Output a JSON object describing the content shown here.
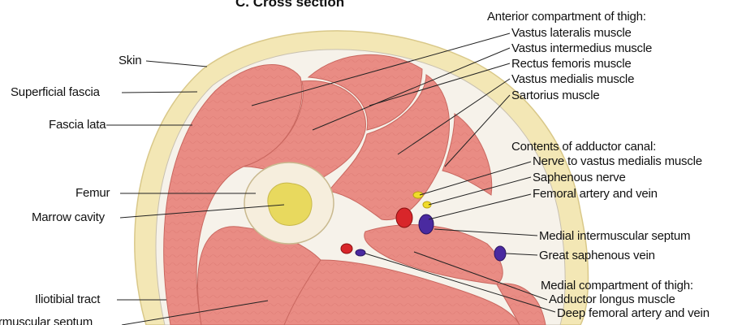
{
  "title": "C. Cross section",
  "labels": {
    "skin": "Skin",
    "superficial_fascia": "Superficial fascia",
    "fascia_lata": "Fascia lata",
    "femur": "Femur",
    "marrow_cavity": "Marrow cavity",
    "iliotibial_tract": "Iliotibial tract",
    "intermuscular_septum": "rmuscular septum",
    "anterior_compartment": "Anterior compartment of thigh:",
    "vastus_lateralis": "Vastus lateralis muscle",
    "vastus_intermedius": "Vastus intermedius muscle",
    "rectus_femoris": "Rectus femoris muscle",
    "vastus_medialis": "Vastus medialis muscle",
    "sartorius": "Sartorius muscle",
    "adductor_canal": "Contents of adductor canal:",
    "nerve_vastus_medialis": "Nerve to vastus medialis muscle",
    "saphenous_nerve": "Saphenous nerve",
    "femoral_artery_vein": "Femoral artery and vein",
    "medial_intermuscular_septum": "Medial intermuscular septum",
    "great_saphenous_vein": "Great saphenous vein",
    "medial_compartment": "Medial compartment of thigh:",
    "adductor_longus": "Adductor longus muscle",
    "deep_femoral": "Deep femoral artery and vein"
  },
  "colors": {
    "skin": "#f3e7b5",
    "skin_edge": "#d9c889",
    "fascia": "#f6f2ea",
    "muscle": "#e98c84",
    "muscle_dark": "#c9675f",
    "bone": "#f6eedd",
    "marrow": "#e8d95e",
    "artery": "#d8262a",
    "vein": "#4a2aa0",
    "nerve": "#f0dc2a",
    "leader": "#222222"
  }
}
